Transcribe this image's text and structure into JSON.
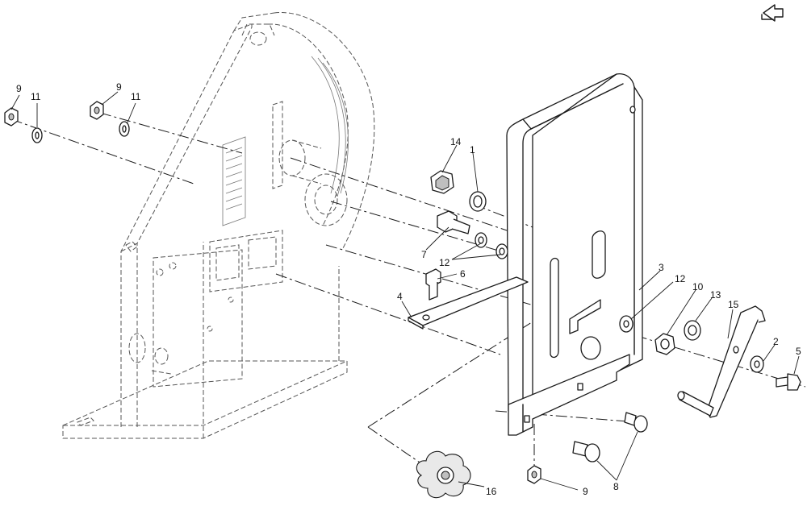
{
  "callouts": [
    {
      "id": "c1",
      "text": "9"
    },
    {
      "id": "c2",
      "text": "11"
    },
    {
      "id": "c3",
      "text": "9"
    },
    {
      "id": "c4",
      "text": "11"
    },
    {
      "id": "c5",
      "text": "14"
    },
    {
      "id": "c6",
      "text": "1"
    },
    {
      "id": "c7",
      "text": "7"
    },
    {
      "id": "c8",
      "text": "12"
    },
    {
      "id": "c9",
      "text": "6"
    },
    {
      "id": "c10",
      "text": "4"
    },
    {
      "id": "c11",
      "text": "3"
    },
    {
      "id": "c12",
      "text": "12"
    },
    {
      "id": "c13",
      "text": "10"
    },
    {
      "id": "c14",
      "text": "13"
    },
    {
      "id": "c15",
      "text": "15"
    },
    {
      "id": "c16",
      "text": "2"
    },
    {
      "id": "c17",
      "text": "5"
    },
    {
      "id": "c18",
      "text": "16"
    },
    {
      "id": "c19",
      "text": "9"
    },
    {
      "id": "c20",
      "text": "8"
    }
  ],
  "icons": {
    "corner": "arrow-turn-icon"
  }
}
